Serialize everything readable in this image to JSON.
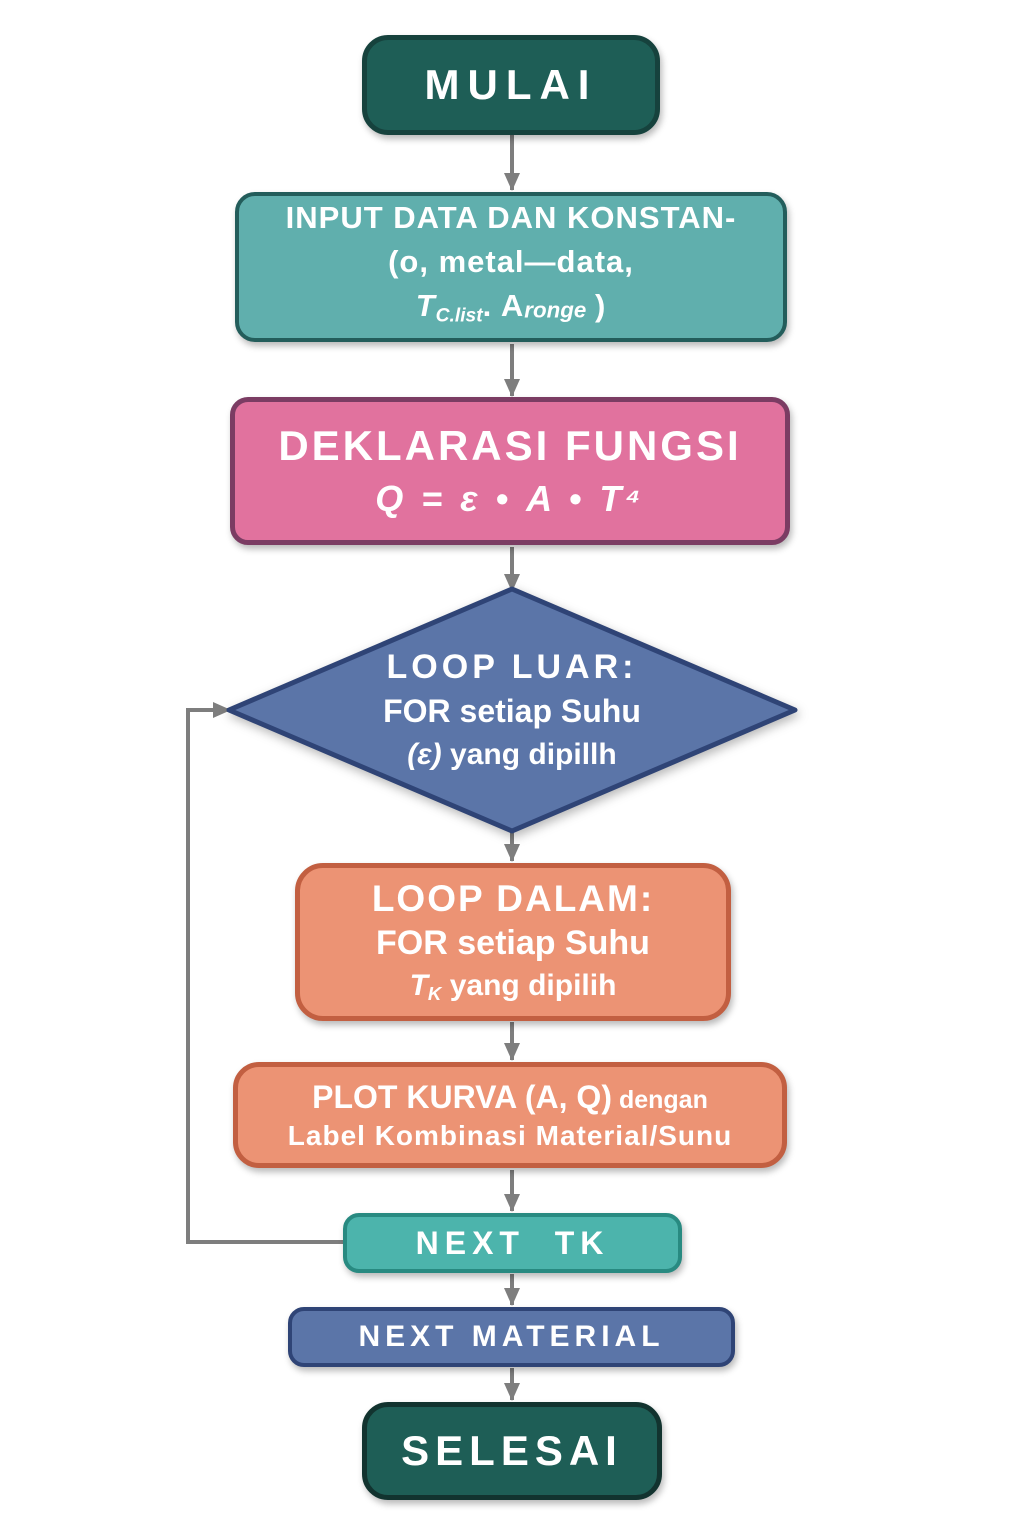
{
  "background": "#ffffff",
  "connector_color": "#7E7E7E",
  "nodes": {
    "mulai": {
      "label": "MULAI",
      "fill": "#1E5E56",
      "border": "#16423D"
    },
    "input": {
      "line1": "INPUT DATA DAN KONSTAN-",
      "line2": "(o, metal—data,",
      "line3_t": "T",
      "line3_t_sub": "C.list",
      "line3_dot": ".",
      "line3_a": "A",
      "line3_a_sub": "ronge",
      "line3_close": ")",
      "fill": "#60AFAD",
      "border": "#235D5B"
    },
    "deklarasi": {
      "line1": "DEKLARASI FUNGSI",
      "line2": "Q = ε • A • T⁴",
      "fill": "#E1729E",
      "border": "#7B3C63"
    },
    "loop_luar": {
      "line1": "LOOP LUAR:",
      "line2": "FOR setiap Suhu",
      "line3_eps": "(ε)",
      "line3_rest": "yang dipillh",
      "fill": "#5B75A8",
      "border": "#2F4476"
    },
    "loop_dalam": {
      "line1": "LOOP DALAM:",
      "line2": "FOR setiap Suhu",
      "line3_t": "T",
      "line3_t_sub": "K",
      "line3_rest": "yang dipilih",
      "fill": "#EC9374",
      "border": "#C25F41"
    },
    "plot": {
      "line1_main": "PLOT KURVA (A, Q)",
      "line1_small": "dengan",
      "line2": "Label Kombinasi Material/Sunu",
      "fill": "#EC9374",
      "border": "#C25F41"
    },
    "next_tk": {
      "label": "NEXT  TK",
      "fill": "#4CB4AC",
      "border": "#288A81"
    },
    "next_material": {
      "label": "NEXT MATERIAL",
      "fill": "#5B75A8",
      "border": "#2F4476"
    },
    "selesai": {
      "label": "SELESAI",
      "fill": "#1E5E56",
      "border": "#12332F"
    }
  }
}
